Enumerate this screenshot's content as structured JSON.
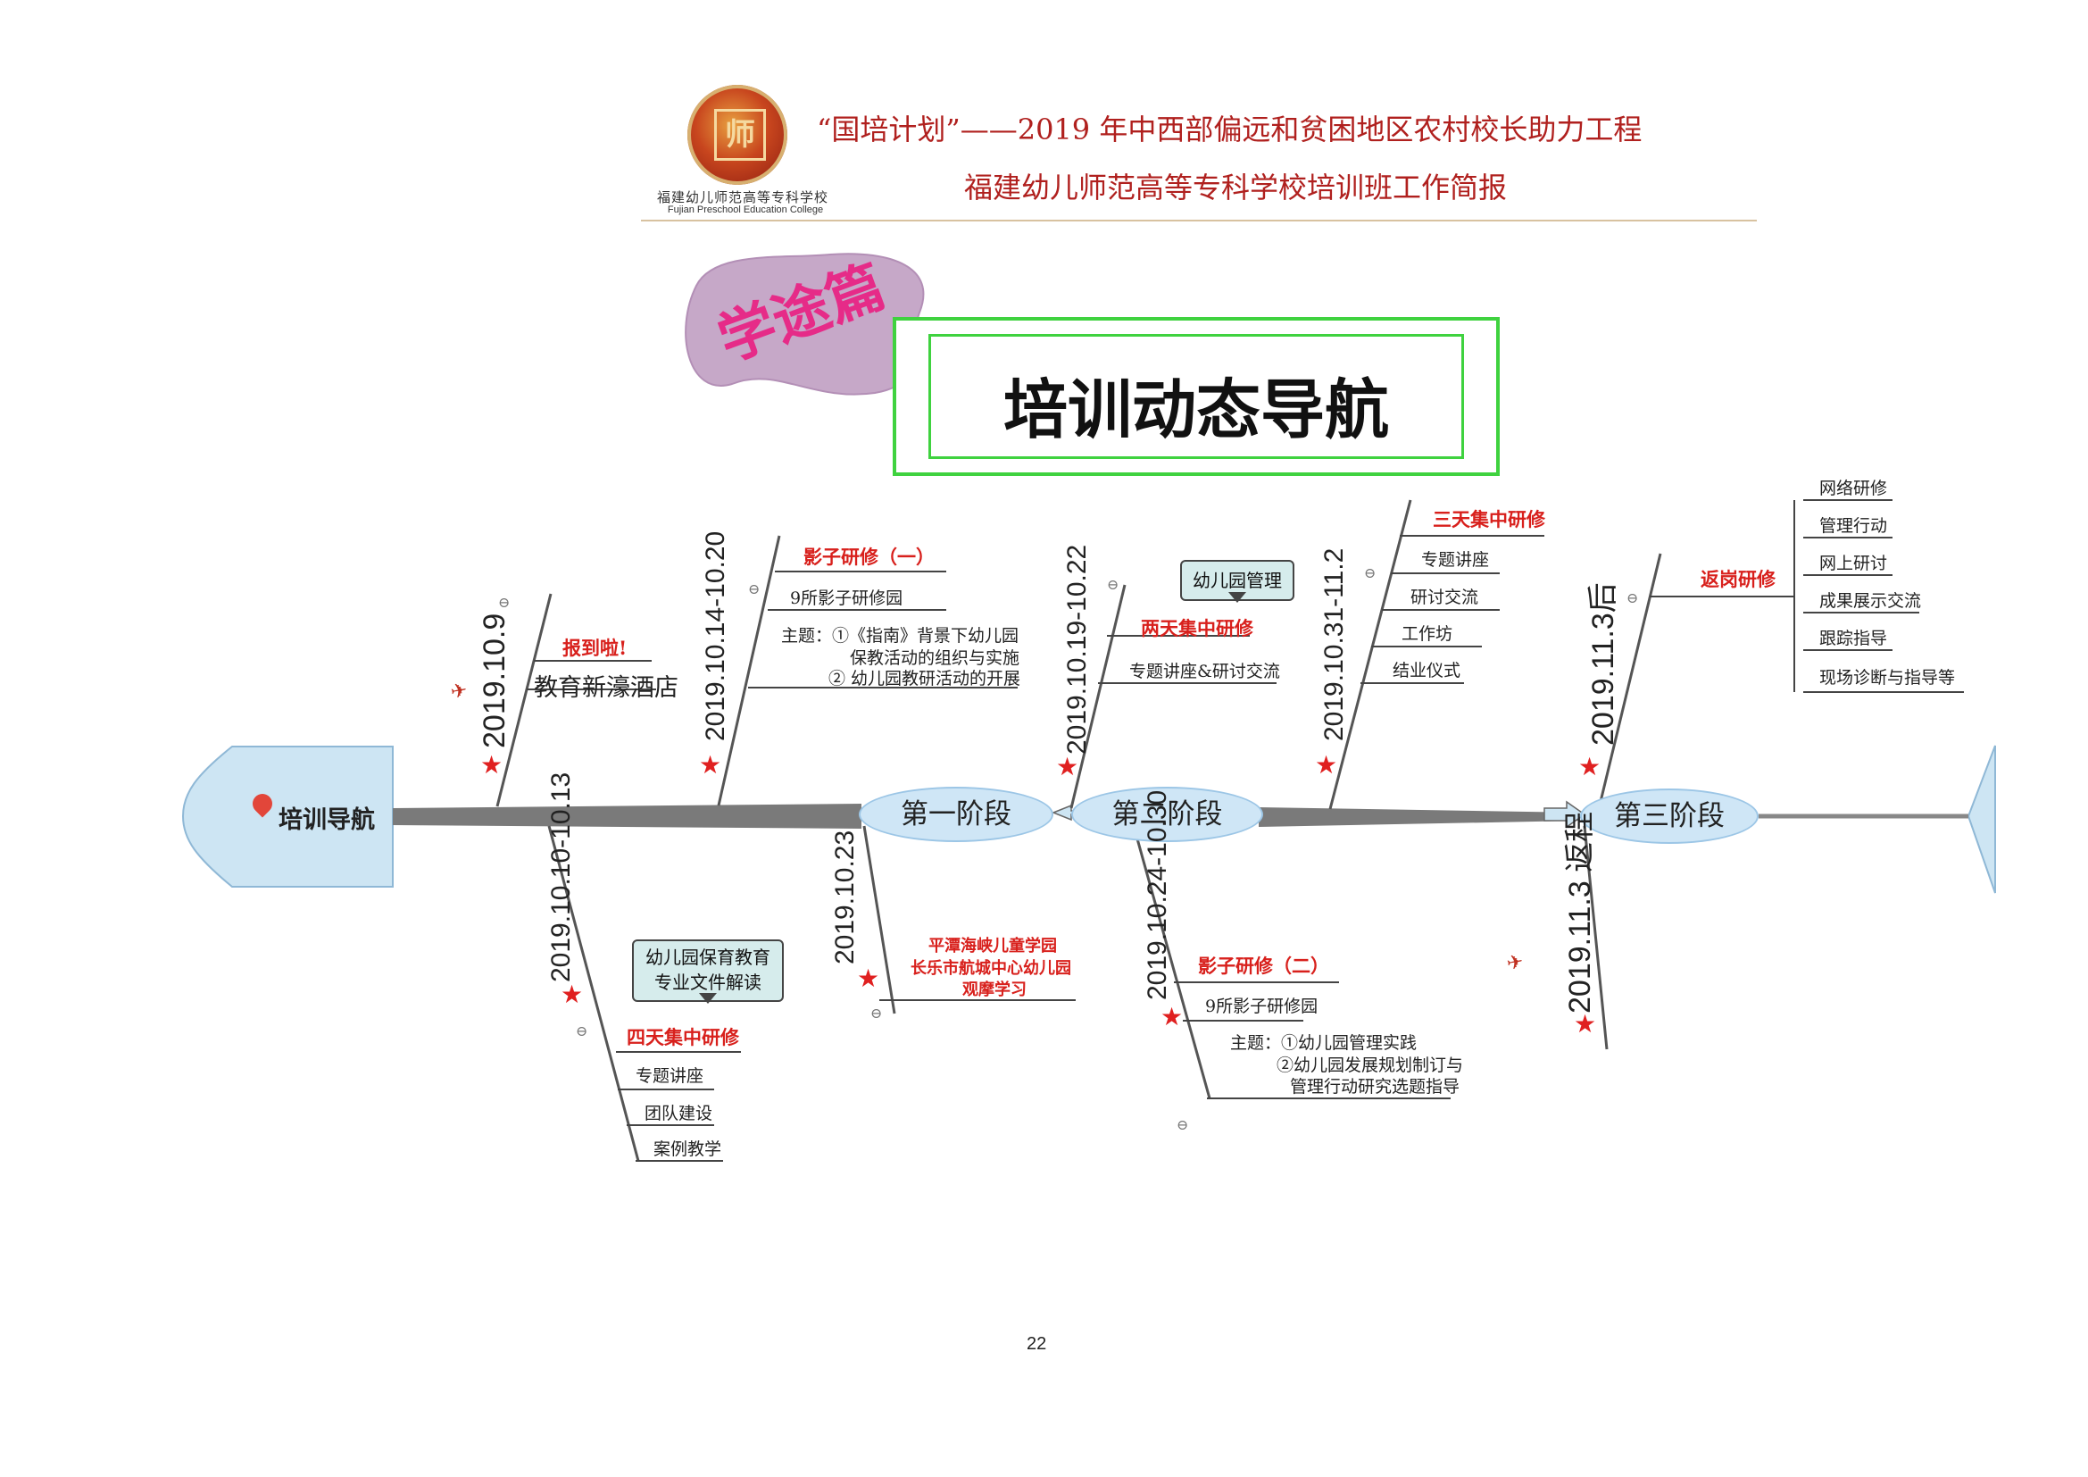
{
  "header": {
    "line1": "“国培计划”——2019 年中西部偏远和贫困地区农村校长助力工程",
    "line2": "福建幼儿师范高等专科学校培训班工作简报",
    "logo_cn": "福建幼儿师范高等专科学校",
    "logo_en": "Fujian Preschool Education College",
    "logo_mark": "师"
  },
  "banner": {
    "tag": "学途篇",
    "title": "培训动态导航"
  },
  "diagram": {
    "head": "培训导航",
    "stages": [
      "第一阶段",
      "第二阶段",
      "第三阶段"
    ],
    "upper": [
      {
        "date": "2019.10.9",
        "items": [
          "报到啦!",
          "教育新濠酒店"
        ]
      },
      {
        "date": "2019.10.14-10.20",
        "title": "影子研修（一）",
        "items": [
          "9所影子研修园",
          "主题：①《指南》背景下幼儿园",
          "保教活动的组织与实施",
          "② 幼儿园教研活动的开展"
        ]
      },
      {
        "date": "2019.10.19-10.22",
        "callout": "幼儿园管理",
        "title": "两天集中研修",
        "items": [
          "专题讲座&研讨交流"
        ]
      },
      {
        "date": "2019.10.31-11.2",
        "title": "三天集中研修",
        "items": [
          "专题讲座",
          "研讨交流",
          "工作坊",
          "结业仪式"
        ]
      },
      {
        "date": "2019.11.3后",
        "title": "返岗研修",
        "items": [
          "网络研修",
          "管理行动",
          "网上研讨",
          "成果展示交流",
          "跟踪指导",
          "现场诊断与指导等"
        ]
      }
    ],
    "lower": [
      {
        "date": "2019.10.10-10.13",
        "callout": "幼儿园保育教育专业文件解读",
        "callout_line1": "幼儿园保育教育",
        "callout_line2": "专业文件解读",
        "title": "四天集中研修",
        "items": [
          "专题讲座",
          "团队建设",
          "案例教学"
        ]
      },
      {
        "date": "2019.10.23",
        "items": [
          "平潭海峡儿童学园",
          "长乐市航城中心幼儿园",
          "观摩学习"
        ]
      },
      {
        "date": "2019.10.24-10.30",
        "title": "影子研修（二）",
        "items": [
          "9所影子研修园",
          "主题：①幼儿园管理实践",
          "②幼儿园发展规划制订与",
          "管理行动研究选题指导"
        ]
      },
      {
        "date": "2019.11.3 返程",
        "items": []
      }
    ]
  },
  "page_number": "22"
}
